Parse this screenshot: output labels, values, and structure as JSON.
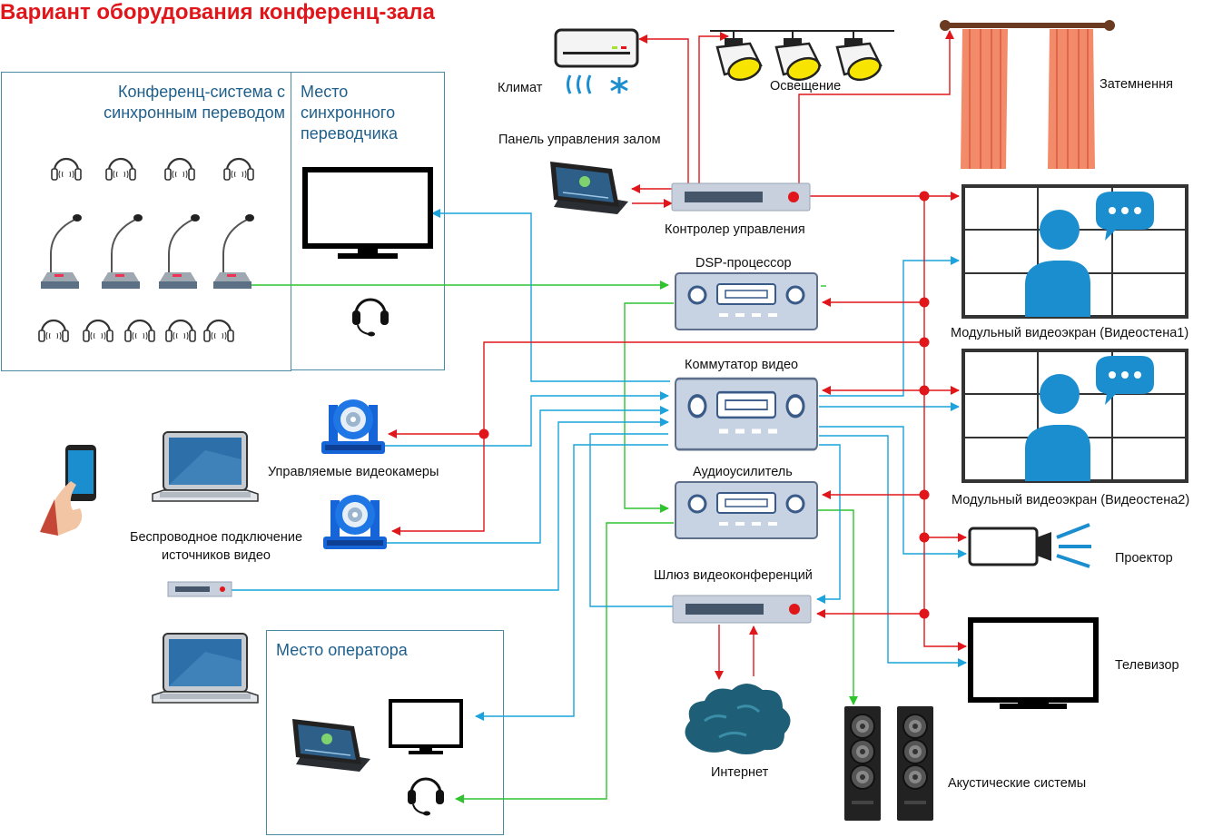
{
  "title": "Вариант оборудования конференц-зала",
  "zones": {
    "conference": "Конференц-система с синхронным переводом",
    "translator": "Место синхронного переводчика",
    "operator": "Место оператора"
  },
  "labels": {
    "climate": "Климат",
    "lighting": "Освещение",
    "blackout": "Затемнення",
    "room_panel": "Панель управления залом",
    "controller": "Контролер управления",
    "dsp": "DSP-процессор",
    "switcher": "Коммутатор видео",
    "amplifier": "Аудиоусилитель",
    "gateway": "Шлюз видеоконференций",
    "internet": "Интернет",
    "speakers": "Акустические системы",
    "cameras": "Управляемые видеокамеры",
    "wireless": "Беспроводное подключение источников видео",
    "videowall1": "Модульный видеоэкран (Видеостена1)",
    "videowall2": "Модульный видеоэкран (Видеостена2)",
    "projector": "Проектор",
    "tv": "Телевизор"
  },
  "colors": {
    "title": "#e0161b",
    "control_link": "#e0161b",
    "video_link": "#1aa3dc",
    "audio_link": "#2ec42e",
    "device_blue": "#1565d8",
    "zone_border": "#4a8ba3"
  }
}
